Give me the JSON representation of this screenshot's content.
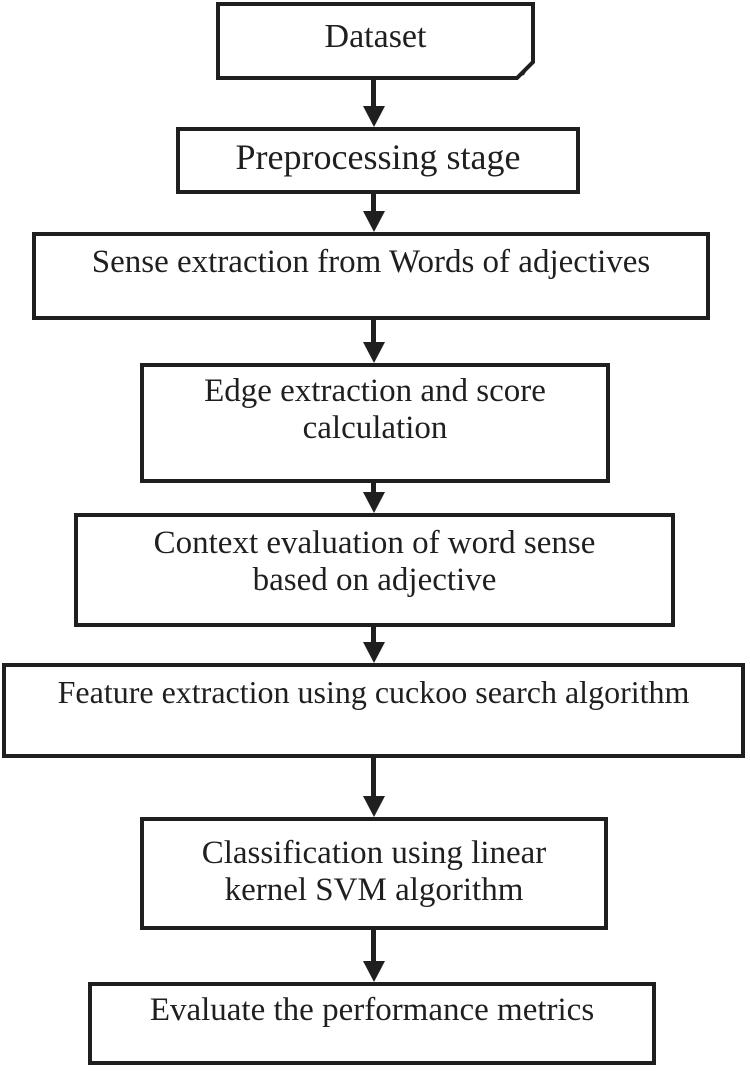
{
  "diagram": {
    "type": "flowchart",
    "colors": {
      "background": "#ffffff",
      "line": "#1f1f1f",
      "text": "#1f1f1f"
    }
  },
  "nodes": [
    {
      "id": "dataset",
      "shape": "card",
      "label": "Dataset"
    },
    {
      "id": "preprocessing",
      "shape": "process",
      "label": "Preprocessing stage"
    },
    {
      "id": "sense-extraction",
      "shape": "process",
      "label": "Sense extraction from Words of adjectives"
    },
    {
      "id": "edge-extraction",
      "shape": "process",
      "label": "Edge extraction and score calculation",
      "lines": [
        "Edge extraction and score",
        "calculation"
      ]
    },
    {
      "id": "context-evaluation",
      "shape": "process",
      "label": "Context evaluation of word sense based on adjective",
      "lines": [
        "Context evaluation of word sense",
        "based on adjective"
      ]
    },
    {
      "id": "feature-extraction",
      "shape": "process",
      "label": "Feature extraction using cuckoo search algorithm"
    },
    {
      "id": "classification",
      "shape": "process",
      "label": "Classification using linear kernel SVM algorithm",
      "lines": [
        "Classification using linear",
        "kernel SVM algorithm"
      ]
    },
    {
      "id": "evaluate",
      "shape": "process",
      "label": "Evaluate the performance metrics"
    }
  ],
  "edges": [
    {
      "from": "dataset",
      "to": "preprocessing"
    },
    {
      "from": "preprocessing",
      "to": "sense-extraction"
    },
    {
      "from": "sense-extraction",
      "to": "edge-extraction"
    },
    {
      "from": "edge-extraction",
      "to": "context-evaluation"
    },
    {
      "from": "context-evaluation",
      "to": "feature-extraction"
    },
    {
      "from": "feature-extraction",
      "to": "classification"
    },
    {
      "from": "classification",
      "to": "evaluate"
    }
  ]
}
